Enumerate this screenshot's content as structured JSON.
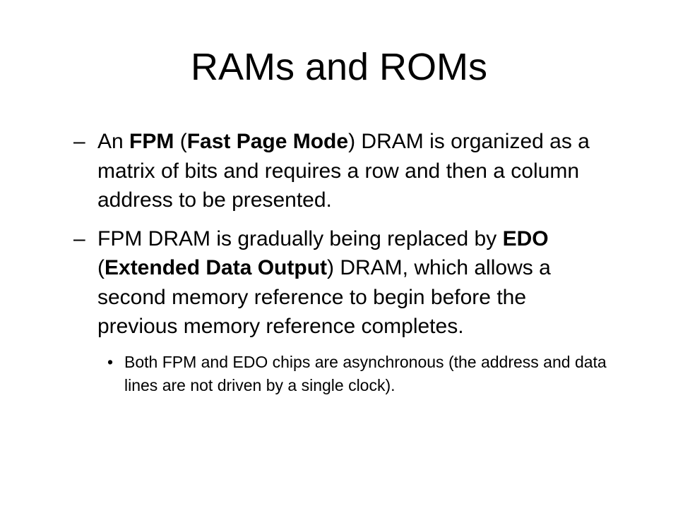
{
  "slide": {
    "title": "RAMs and ROMs",
    "bullets": [
      {
        "marker": "–",
        "segments": [
          {
            "text": "An ",
            "bold": false
          },
          {
            "text": "FPM",
            "bold": true
          },
          {
            "text": " (",
            "bold": false
          },
          {
            "text": "Fast Page Mode",
            "bold": true
          },
          {
            "text": ") DRAM is organized as a matrix of bits and requires a row and then a column address to be presented.",
            "bold": false
          }
        ]
      },
      {
        "marker": "–",
        "segments": [
          {
            "text": "FPM DRAM is gradually being replaced by ",
            "bold": false
          },
          {
            "text": "EDO",
            "bold": true
          },
          {
            "text": " (",
            "bold": false
          },
          {
            "text": "Extended Data Output",
            "bold": true
          },
          {
            "text": ") DRAM, which allows a second memory reference to begin before the previous memory reference completes.",
            "bold": false
          }
        ]
      }
    ],
    "sub_bullet": {
      "marker": "•",
      "text": "Both FPM and EDO chips are asynchronous (the address and data lines are not driven by a single clock)."
    }
  }
}
